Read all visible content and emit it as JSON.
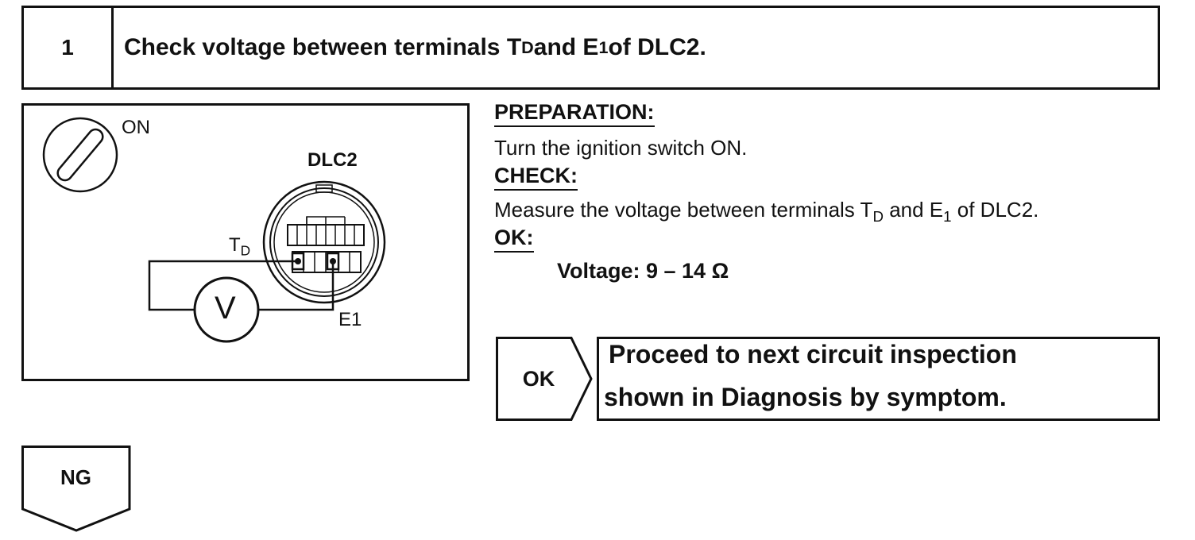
{
  "step": {
    "number": "1",
    "title_pre": "Check voltage between terminals T",
    "title_sub1": "D",
    "title_mid": " and E",
    "title_sub2": "1",
    "title_post": " of DLC2."
  },
  "illustration": {
    "switch_label": "ON",
    "connector_label": "DLC2",
    "terminal_td_main": "T",
    "terminal_td_sub": "D",
    "terminal_e1": "E1",
    "meter_symbol": "V"
  },
  "instructions": {
    "preparation_heading": "PREPARATION:",
    "preparation_text": "Turn the ignition switch ON.",
    "check_heading": "CHECK:",
    "check_pre": "Measure the voltage between terminals T",
    "check_sub1": "D",
    "check_mid": " and E",
    "check_sub2": "1",
    "check_post": " of DLC2.",
    "ok_heading": "OK:",
    "voltage_spec": "Voltage: 9 – 14 Ω"
  },
  "flow": {
    "ok_label": "OK",
    "ok_result_line1": "Proceed to next circuit inspection",
    "ok_result_line2": "shown  in Diagnosis by symptom.",
    "ng_label": "NG"
  }
}
